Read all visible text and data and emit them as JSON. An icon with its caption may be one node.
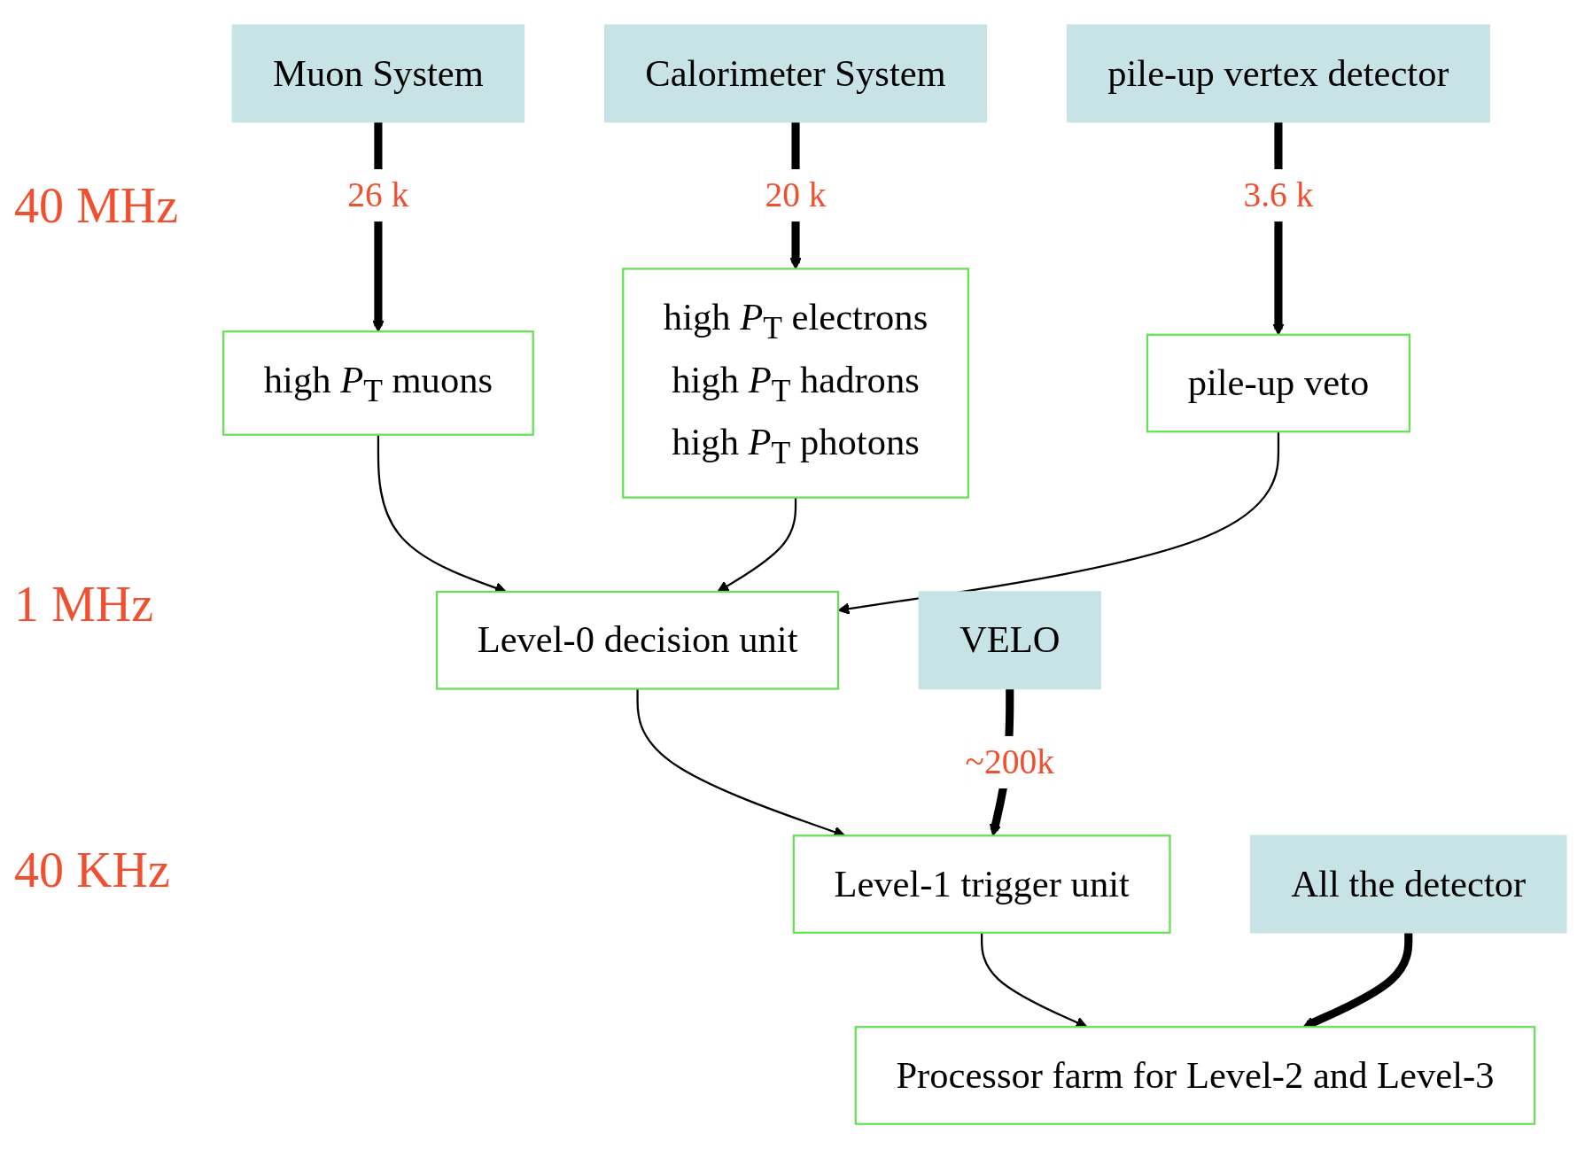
{
  "diagram": {
    "nodes": [
      {
        "text": [
          "Muon System"
        ]
      },
      {
        "text": [
          "Calorimeter System"
        ]
      },
      {
        "text": [
          "pile-up vertex detector"
        ]
      },
      {
        "text": [
          "high *P*$_{T}$ muons"
        ]
      },
      {
        "text": [
          "high *P*$_{T}$ electrons",
          "high *P*$_{T}$ hadrons",
          "high *P*$_{T}$ photons"
        ]
      },
      {
        "text": [
          "pile-up veto"
        ]
      },
      {
        "text": [
          "Level-0 decision unit"
        ]
      },
      {
        "text": [
          "VELO"
        ]
      },
      {
        "text": [
          "Level-1 trigger unit"
        ]
      },
      {
        "text": [
          "All the detector"
        ]
      },
      {
        "text": [
          "Processor farm for Level-2 and Level-3"
        ]
      }
    ],
    "edges": [
      {
        "from": 0,
        "to": 3,
        "arrow": "to",
        "style": "thick",
        "label": "26 k"
      },
      {
        "from": 1,
        "to": 4,
        "arrow": "to",
        "style": "thick",
        "label": "20 k"
      },
      {
        "from": 2,
        "to": 5,
        "arrow": "to",
        "style": "thick",
        "label": "3.6 k"
      },
      {
        "from": 3,
        "to": 6,
        "arrow": "to"
      },
      {
        "from": 4,
        "to": 6,
        "arrow": "to"
      },
      {
        "from": 5,
        "to": 6,
        "arrow": "to"
      },
      {
        "from": 6,
        "to": 8,
        "arrow": "to"
      },
      {
        "from": 7,
        "to": 8,
        "arrow": "to",
        "style": "thick",
        "label": "~200k"
      },
      {
        "from": 8,
        "to": 10,
        "arrow": "to"
      },
      {
        "from": 9,
        "to": 10,
        "arrow": "to",
        "style": "thick"
      }
    ],
    "labels": [
      "40 MHz",
      "1 MHz",
      "40 KHz"
    ]
  }
}
